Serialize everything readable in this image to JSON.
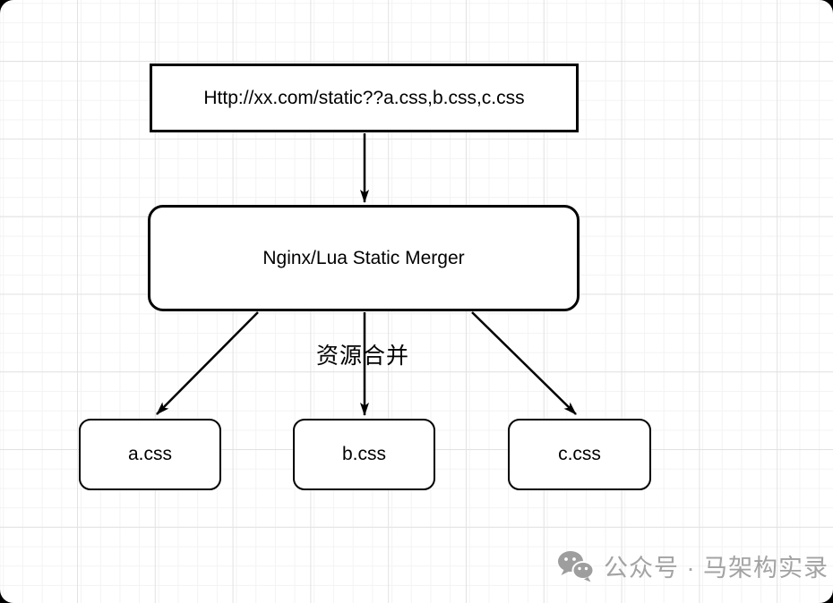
{
  "diagram": {
    "url_node": {
      "label": "Http://xx.com/static??a.css,b.css,c.css"
    },
    "merger_node": {
      "label": "Nginx/Lua Static Merger"
    },
    "edge_label": "资源合并",
    "css_nodes": [
      {
        "label": "a.css"
      },
      {
        "label": "b.css"
      },
      {
        "label": "c.css"
      }
    ]
  },
  "watermark": {
    "icon": "wechat-icon",
    "text": "公众号 · 马架构实录"
  },
  "colors": {
    "node_fill": "#ffffff",
    "node_border": "#000000",
    "arrow": "#000000",
    "text": "#000000",
    "watermark_gray": "#a3a3a3",
    "grid_minor": "#f3f3f3",
    "grid_major": "#e2e2e2",
    "canvas_bg": "#ffffff",
    "outside_corners": "#000000"
  }
}
